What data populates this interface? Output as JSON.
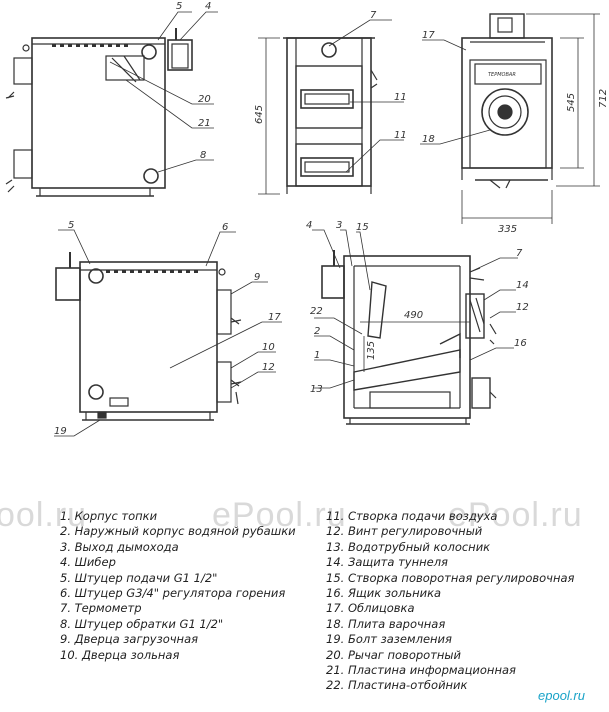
{
  "callouts": {
    "n1": "1",
    "n2": "2",
    "n3": "3",
    "n4": "4",
    "n5": "5",
    "n6": "6",
    "n7": "7",
    "n8": "8",
    "n9": "9",
    "n10": "10",
    "n11": "11",
    "n12": "12",
    "n13": "13",
    "n14": "14",
    "n15": "15",
    "n16": "16",
    "n17": "17",
    "n18": "18",
    "n19": "19",
    "n20": "20",
    "n21": "21",
    "n22": "22"
  },
  "dimensions": {
    "height_side": "645",
    "height_front": "545",
    "height_total": "712",
    "width_back": "335",
    "depth_section": "490",
    "grate_height": "135"
  },
  "nameplate": "TEPMOBAR",
  "legend": {
    "left": [
      "1. Корпус топки",
      "2. Наружный корпус водяной рубашки",
      "3. Выход дымохода",
      "4. Шибер",
      "5. Штуцер подачи G1 1/2\"",
      "6. Штуцер G3/4\" регулятора горения",
      "7. Термометр",
      "8. Штуцер обратки G1 1/2\"",
      "9. Дверца загрузочная",
      "10. Дверца зольная"
    ],
    "right": [
      "11. Створка подачи воздуха",
      "12. Винт регулировочный",
      "13. Водотрубный колосник",
      "14. Защита туннеля",
      "15. Створка поворотная регулировочная",
      "16. Ящик зольника",
      "17. Облицовка",
      "18. Плита варочная",
      "19. Болт заземления",
      "20. Рычаг поворотный",
      "21. Пластина информационная",
      "22. Пластина-отбойник"
    ]
  },
  "watermark": {
    "w1": "ool.ru",
    "w2": "ePool.ru",
    "w3": "ePool.ru"
  },
  "brand": "epool.ru"
}
